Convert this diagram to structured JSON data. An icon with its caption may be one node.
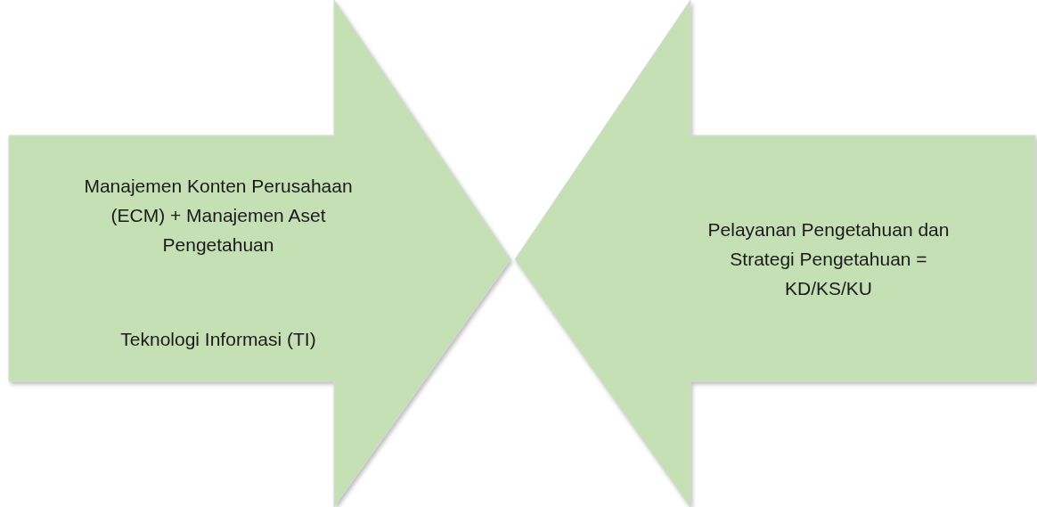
{
  "diagram": {
    "nodes": [
      {
        "text": [
          "Manajemen Konten Perusahaan (ECM) + Manajemen Aset Pengetahuan",
          "Teknologi Informasi (TI)"
        ]
      },
      {
        "text": [
          "Pelayanan Pengetahuan dan Strategi Pengetahuan = KD/KS/KU"
        ]
      }
    ]
  }
}
